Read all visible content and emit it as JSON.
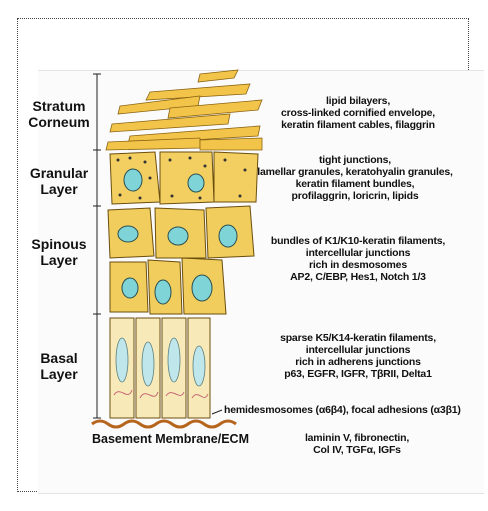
{
  "layers": [
    {
      "key": "corneum",
      "label_lines": [
        "Stratum",
        "Corneum"
      ],
      "desc_lines": [
        "lipid bilayers,",
        "cross-linked cornified envelope,",
        "keratin filament cables, filaggrin"
      ]
    },
    {
      "key": "granular",
      "label_lines": [
        "Granular",
        "Layer"
      ],
      "desc_lines": [
        "tight junctions,",
        "lamellar granules, keratohyalin granules,",
        "keratin filament bundles,",
        "profilaggrin, loricrin, lipids"
      ]
    },
    {
      "key": "spinous",
      "label_lines": [
        "Spinous",
        "Layer"
      ],
      "desc_lines": [
        "bundles of K1/K10-keratin filaments,",
        "intercellular junctions",
        "rich in desmosomes",
        "AP2, C/EBP, Hes1, Notch 1/3"
      ]
    },
    {
      "key": "basal",
      "label_lines": [
        "Basal",
        "Layer"
      ],
      "desc_lines": [
        "sparse K5/K14-keratin filaments,",
        "intercellular junctions",
        "rich in adherens junctions",
        "p63, EGFR, IGFR, TβRII, Delta1"
      ]
    }
  ],
  "hemidesmosome_text": "hemidesmosomes (α6β4), focal adhesions (α3β1)",
  "basement": {
    "label": "Basement Membrane/ECM",
    "desc_lines": [
      "laminin V, fibronectin,",
      "Col IV, TGFα, IGFs"
    ]
  },
  "colors": {
    "cell_fill": "#f3cf62",
    "cell_stroke": "#7a5a10",
    "nucleus": "#7fd4d8",
    "keratin": "#f5c040",
    "membrane": "#c06a10",
    "pink": "#d98aa0"
  }
}
